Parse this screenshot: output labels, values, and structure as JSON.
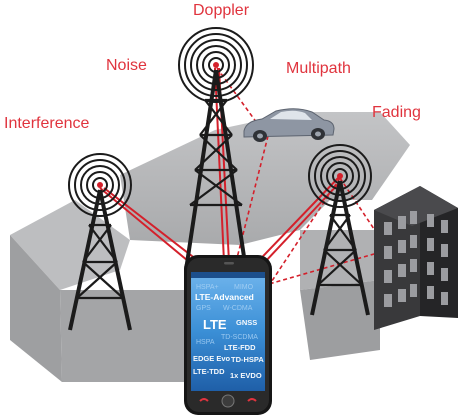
{
  "labels": {
    "doppler": "Doppler",
    "noise": "Noise",
    "multipath": "Multipath",
    "interference": "Interference",
    "fading": "Fading"
  },
  "phone": {
    "technologies": [
      {
        "text": "HSPA+",
        "style": "faint"
      },
      {
        "text": "MIMO",
        "style": "faint"
      },
      {
        "text": "LTE-Advanced",
        "style": "bold"
      },
      {
        "text": "GPS",
        "style": "faint"
      },
      {
        "text": "W-CDMA",
        "style": "faint"
      },
      {
        "text": "LTE",
        "style": "big"
      },
      {
        "text": "GNSS",
        "style": "medium"
      },
      {
        "text": "TD-SCDMA",
        "style": "faint"
      },
      {
        "text": "HSPA",
        "style": "faint"
      },
      {
        "text": "LTE-FDD",
        "style": "medium"
      },
      {
        "text": "EDGE Evo",
        "style": "medium"
      },
      {
        "text": "TD-HSPA",
        "style": "medium"
      },
      {
        "text": "LTE-TDD",
        "style": "medium"
      },
      {
        "text": "1x EVDO",
        "style": "medium"
      }
    ]
  },
  "colors": {
    "impairment_text": "#e0343e",
    "signal_line": "#d4202b",
    "ground": "#b3b4b6",
    "tower": "#1b1b1b",
    "screen": "#3b8fd6"
  },
  "icons": [
    "radio-tower-icon",
    "car-icon",
    "building-icon",
    "smartphone-icon"
  ]
}
